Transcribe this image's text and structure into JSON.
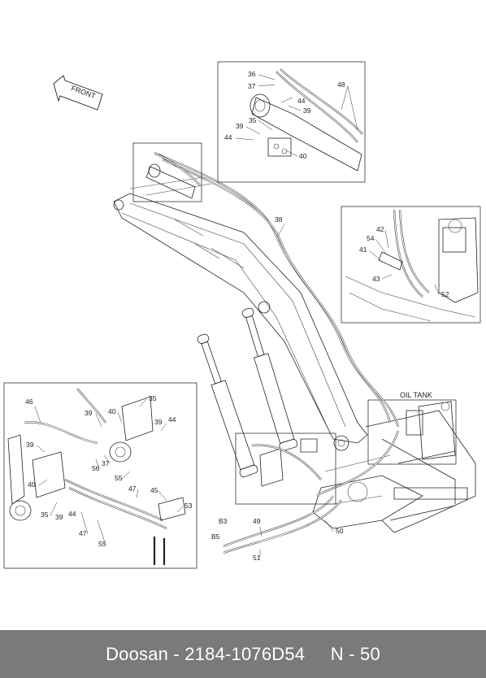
{
  "diagram": {
    "front_label": "FRONT",
    "oil_tank_label": "OIL TANK",
    "ports": [
      "B3",
      "B5"
    ],
    "callouts": [
      "35",
      "36",
      "37",
      "38",
      "39",
      "40",
      "41",
      "42",
      "43",
      "44",
      "45",
      "46",
      "47",
      "48",
      "49",
      "50",
      "51",
      "52",
      "53",
      "54",
      "55",
      "56"
    ]
  },
  "footer": {
    "brand": "Doosan",
    "separator": "-",
    "part_number": "2184-1076D54",
    "page_ref": "N - 50"
  }
}
